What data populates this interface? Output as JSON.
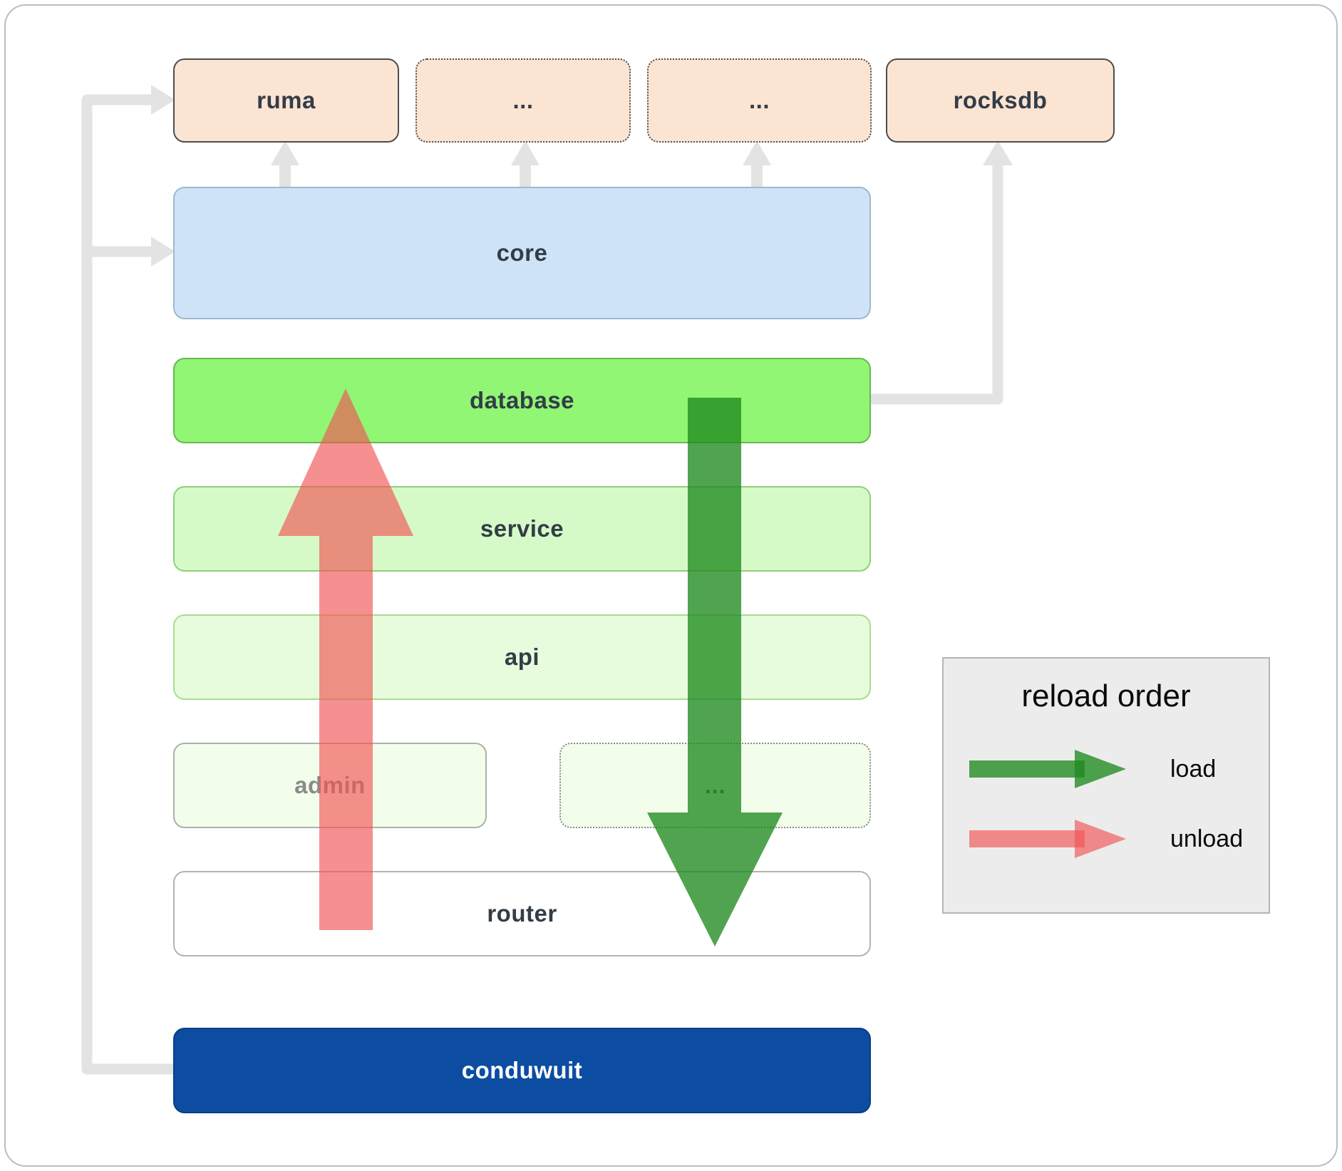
{
  "diagram": {
    "nodes": {
      "ruma": "ruma",
      "ext1": "...",
      "ext2": "...",
      "rocksdb": "rocksdb",
      "core": "core",
      "database": "database",
      "service": "service",
      "api": "api",
      "admin": "admin",
      "service_ext": "...",
      "router": "router",
      "conduwuit": "conduwuit"
    },
    "legend": {
      "title": "reload order",
      "load_label": "load",
      "unload_label": "unload"
    },
    "colors": {
      "load_arrow_green": "#1f8b1f",
      "unload_arrow_red": "#f15454",
      "connector_gray": "#e3e3e3",
      "peach_fill": "#fce4d3",
      "core_fill": "#cfe3f8",
      "database_fill": "#90f674",
      "conduwuit_fill": "#0c4da2"
    }
  }
}
